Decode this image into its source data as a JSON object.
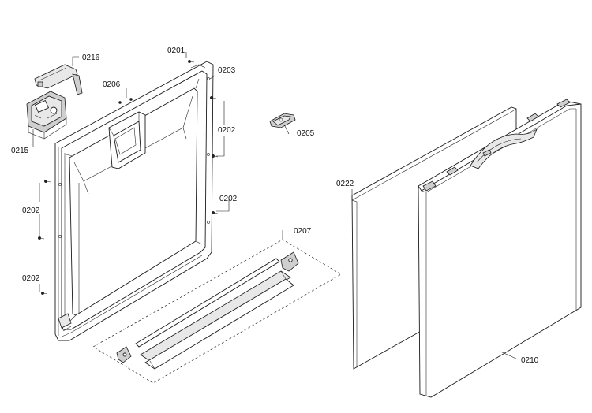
{
  "labels": {
    "l0201": "0201",
    "l0203": "0203",
    "l0206": "0206",
    "l0216": "0216",
    "l0215": "0215",
    "l0202_right_top": "0202",
    "l0205": "0205",
    "l0202_left_top": "0202",
    "l0202_right_bottom": "0202",
    "l0202_left_bottom": "0202",
    "l0207": "0207",
    "l0222": "0222",
    "l0210": "0210"
  }
}
